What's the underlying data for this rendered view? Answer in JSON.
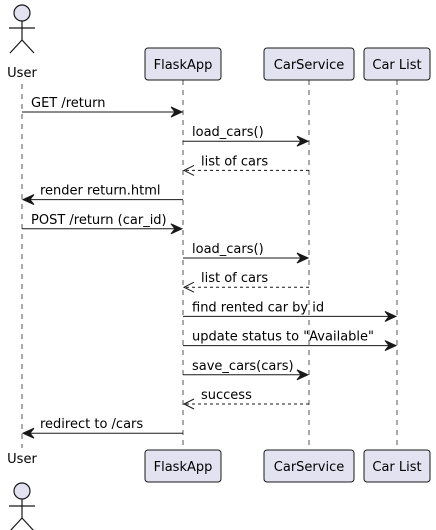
{
  "participants": [
    {
      "id": "user",
      "label": "User",
      "kind": "actor"
    },
    {
      "id": "flask",
      "label": "FlaskApp",
      "kind": "participant"
    },
    {
      "id": "carservice",
      "label": "CarService",
      "kind": "participant"
    },
    {
      "id": "carlist",
      "label": "Car List",
      "kind": "participant"
    }
  ],
  "messages": [
    {
      "from": "user",
      "to": "flask",
      "label": "GET /return",
      "style": "solid"
    },
    {
      "from": "flask",
      "to": "carservice",
      "label": "load_cars()",
      "style": "solid"
    },
    {
      "from": "carservice",
      "to": "flask",
      "label": "list of cars",
      "style": "dashed"
    },
    {
      "from": "flask",
      "to": "user",
      "label": "render return.html",
      "style": "solid"
    },
    {
      "from": "user",
      "to": "flask",
      "label": "POST /return (car_id)",
      "style": "solid"
    },
    {
      "from": "flask",
      "to": "carservice",
      "label": "load_cars()",
      "style": "solid"
    },
    {
      "from": "carservice",
      "to": "flask",
      "label": "list of cars",
      "style": "dashed"
    },
    {
      "from": "flask",
      "to": "carlist",
      "label": "find rented car by id",
      "style": "solid"
    },
    {
      "from": "flask",
      "to": "carlist",
      "label": "update status to \"Available\"",
      "style": "solid"
    },
    {
      "from": "flask",
      "to": "carservice",
      "label": "save_cars(cars)",
      "style": "solid"
    },
    {
      "from": "carservice",
      "to": "flask",
      "label": "success",
      "style": "dashed"
    },
    {
      "from": "flask",
      "to": "user",
      "label": "redirect to /cars",
      "style": "solid"
    }
  ]
}
